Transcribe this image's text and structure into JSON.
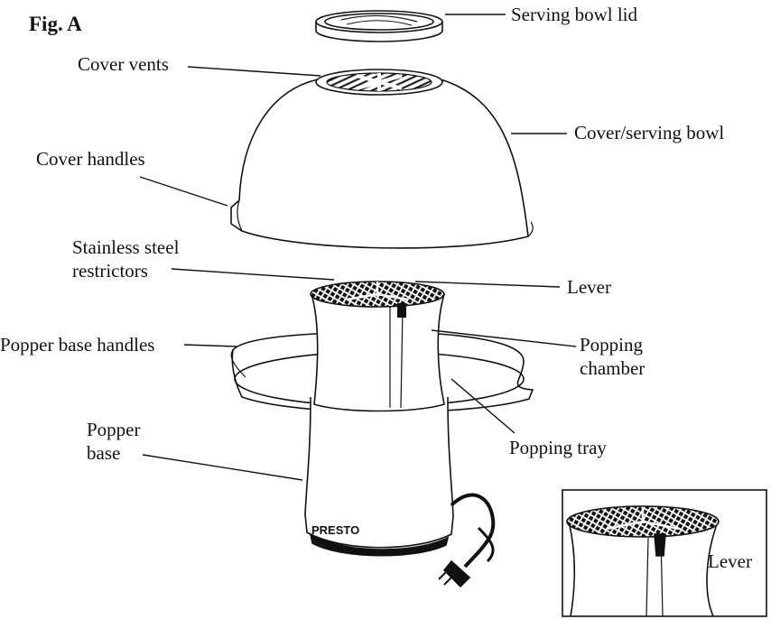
{
  "figure": {
    "title": "Fig. A"
  },
  "labels": {
    "serving_bowl_lid": "Serving bowl lid",
    "cover_vents": "Cover vents",
    "cover_serving_bowl": "Cover/serving bowl",
    "cover_handles": "Cover handles",
    "restrictors_line1": "Stainless steel",
    "restrictors_line2": "restrictors",
    "lever": "Lever",
    "popper_base_handles": "Popper base handles",
    "popping_chamber_line1": "Popping",
    "popping_chamber_line2": "chamber",
    "popping_tray": "Popping tray",
    "popper_base_line1": "Popper",
    "popper_base_line2": "base",
    "inset_lever": "Lever"
  },
  "product": {
    "brand": "PRESTO"
  }
}
